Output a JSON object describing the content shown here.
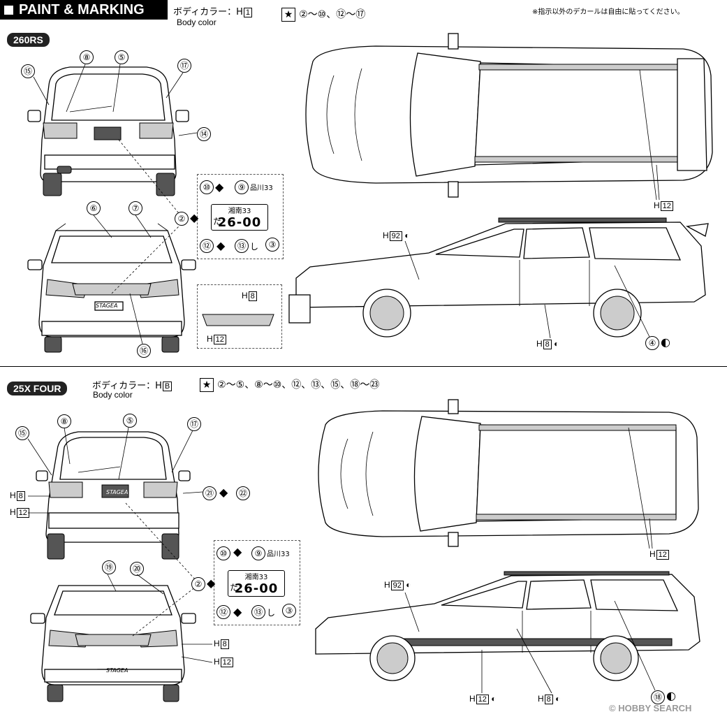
{
  "header": {
    "title": "PAINT & MARKING",
    "note": "※指示以外のデカールは自由に貼ってください。"
  },
  "sections": [
    {
      "badge": "260RS",
      "body_color_label_jp": "ボディカラー：H",
      "body_color_code": "1",
      "body_color_label_en": "Body color",
      "decal_star": "★",
      "decal_sequence": "②～⑩、⑫～⑰",
      "rear_callouts": [
        "⑮",
        "⑧",
        "⑤",
        "⑰",
        "⑭"
      ],
      "front_callouts": [
        "⑥",
        "⑦",
        "⑯"
      ],
      "plate": {
        "top": "湘南33",
        "bottom": "26-00",
        "kana": "た"
      },
      "plate_callouts": {
        "c10": "⑩",
        "c9": "⑨",
        "c9_text": "品川33",
        "c2": "②",
        "c12": "⑫",
        "c13": "⑬",
        "c13_text": "し",
        "c3": "③"
      },
      "grille_inset": {
        "h_top": "H",
        "h_top_code": "8",
        "h_bottom": "H",
        "h_bottom_code": "12"
      },
      "top_view_label": {
        "h": "H",
        "code": "12"
      },
      "side_labels": [
        {
          "h": "H",
          "code": "92"
        },
        {
          "h": "H",
          "code": "8"
        },
        {
          "num": "④"
        }
      ],
      "front_emblem": "STAGEA"
    },
    {
      "badge": "25X FOUR",
      "body_color_label_jp": "ボディカラー：H",
      "body_color_code": "B",
      "body_color_label_en": "Body color",
      "decal_star": "★",
      "decal_sequence": "②～⑤、⑧～⑩、⑫、⑬、⑮、⑱～㉓",
      "rear_callouts": [
        "⑮",
        "⑧",
        "⑤",
        "⑰",
        "㉑",
        "㉒"
      ],
      "rear_h_labels": [
        {
          "h": "H",
          "code": "8"
        },
        {
          "h": "H",
          "code": "12"
        }
      ],
      "front_callouts": [
        "⑲",
        "⑳"
      ],
      "front_h_labels": [
        {
          "h": "H",
          "code": "8"
        },
        {
          "h": "H",
          "code": "12"
        }
      ],
      "plate": {
        "top": "湘南33",
        "bottom": "26-00",
        "kana": "た"
      },
      "plate_callouts": {
        "c10": "⑩",
        "c9": "⑨",
        "c9_text": "品川33",
        "c2": "②",
        "c12": "⑫",
        "c13": "⑬",
        "c13_text": "し",
        "c3": "③"
      },
      "top_view_label": {
        "h": "H",
        "code": "12"
      },
      "side_labels": [
        {
          "h": "H",
          "code": "92"
        },
        {
          "h": "H",
          "code": "12"
        },
        {
          "h": "H",
          "code": "8"
        },
        {
          "num": "⑱"
        }
      ],
      "rear_emblem": "STAGEA",
      "front_emblem": "STAGEA"
    }
  ],
  "watermark": "© HOBBY SEARCH"
}
